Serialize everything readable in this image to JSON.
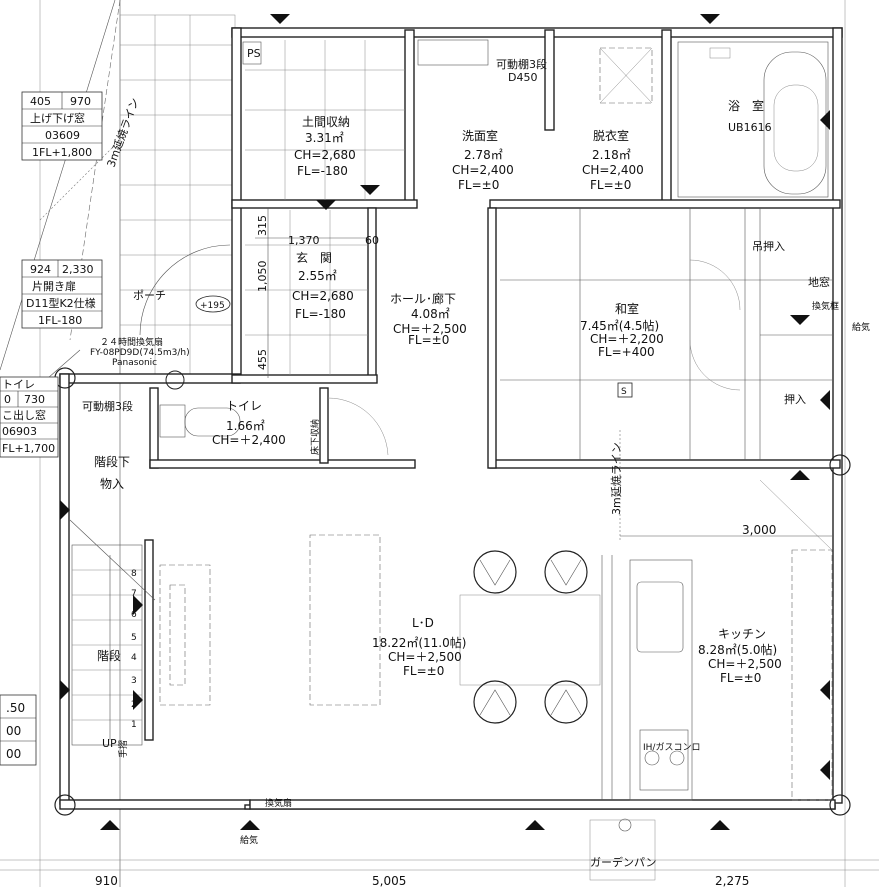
{
  "rooms": {
    "storage": {
      "name": "土間収納",
      "area": "3.31㎡",
      "ch": "CH=2,680",
      "fl": "FL=-180"
    },
    "entrance": {
      "name": "玄　関",
      "area": "2.55㎡",
      "ch": "CH=2,680",
      "fl": "FL=-180"
    },
    "washroom": {
      "name": "洗面室",
      "area": "2.78㎡",
      "ch": "CH=2,400",
      "fl": "FL=±0"
    },
    "dressing": {
      "name": "脱衣室",
      "area": "2.18㎡",
      "ch": "CH=2,400",
      "fl": "FL=±0"
    },
    "bath": {
      "name": "浴　室",
      "model": "UB1616"
    },
    "hall": {
      "name": "ホール･廊下",
      "area": "4.08㎡",
      "ch": "CH=＋2,500",
      "fl": "FL=±0"
    },
    "washitsu": {
      "name": "和室",
      "area": "7.45㎡(4.5帖)",
      "ch": "CH=＋2,200",
      "fl": "FL=+400"
    },
    "toilet": {
      "name": "トイレ",
      "area": "1.66㎡",
      "ch": "CH=＋2,400"
    },
    "understair": {
      "name1": "階段下",
      "name2": "物入"
    },
    "stairs": {
      "name": "階段",
      "up": "UP"
    },
    "ld": {
      "name": "L･D",
      "area": "18.22㎡(11.0帖)",
      "ch": "CH=＋2,500",
      "fl": "FL=±0"
    },
    "kitchen": {
      "name": "キッチン",
      "area": "8.28㎡(5.0帖)",
      "ch": "CH=＋2,500",
      "fl": "FL=±0"
    }
  },
  "notes": {
    "shelf_top": "可動棚3段",
    "shelf_top_d": "D450",
    "shelf_toilet": "可動棚3段",
    "ps": "PS",
    "porch": "ポーチ",
    "porch_level": "+195",
    "hanging_closet": "吊押入",
    "oshiire": "押入",
    "floor_window": "地窓",
    "vent_frame": "換気框",
    "intake": "給気",
    "vent_label": "換気扇",
    "intake_bottom": "給気",
    "gas_stove": "IH/ガスコンロ",
    "garden_pan": "ガーデンパン",
    "fan_spec_1": "２４時間換気扇",
    "fan_spec_2": "FY-08PD9D(74.5m3/h)",
    "fan_spec_3": "Panasonic",
    "setback_line_a": "3m延焼ライン",
    "setback_line_b": "3m延焼ライン",
    "sign_s": "S",
    "handrail": "手摺",
    "under_floor": "床下収納"
  },
  "window_table_1": [
    "405",
    "970",
    "上げ下げ窓",
    "03609",
    "1FL+1,800"
  ],
  "window_table_2": [
    "924",
    "2,330",
    "片開き扉",
    "D11型K2仕様",
    "1FL-180"
  ],
  "window_table_3": [
    "トイレ",
    "0",
    "730",
    "こ出し窓",
    "06903",
    "FL+1,700"
  ],
  "left_partial": [
    ".50",
    "00",
    "00"
  ],
  "dimensions": {
    "d1370": "1,370",
    "d60": "60",
    "d315": "315",
    "d1050": "1,050",
    "d455": "455",
    "d3000": "3,000",
    "d910": "910",
    "d5005": "5,005",
    "d2275": "2,275"
  },
  "stair_numbers": [
    "1",
    "2",
    "3",
    "4",
    "5",
    "6",
    "7",
    "8"
  ],
  "colors": {
    "ink": "#111111",
    "grid": "#555555",
    "paper": "#ffffff"
  }
}
